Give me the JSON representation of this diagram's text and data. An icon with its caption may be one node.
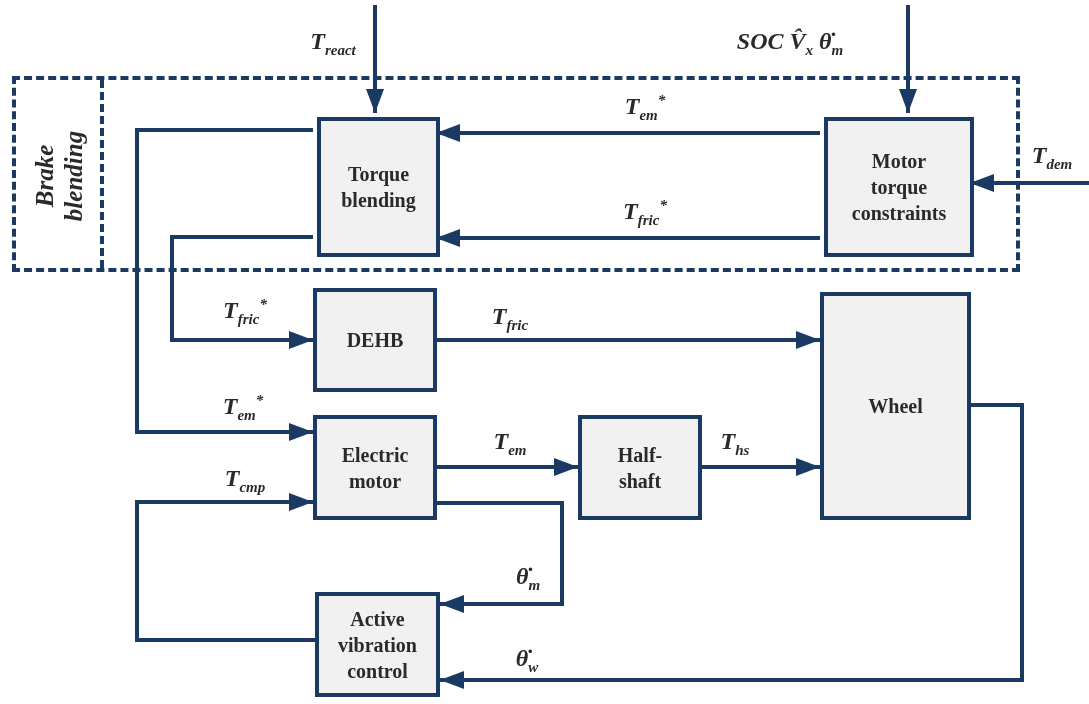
{
  "diagram": {
    "nodes": [
      {
        "text": [
          "Brake blending"
        ]
      },
      {
        "text": [
          "Torque blending"
        ],
        "in": 0
      },
      {
        "text": [
          "Motor torque constraints"
        ],
        "in": 0
      },
      {
        "text": [
          "DEHB"
        ]
      },
      {
        "text": [
          "Electric motor"
        ]
      },
      {
        "text": [
          "Half-shaft"
        ]
      },
      {
        "text": [
          "Wheel"
        ]
      },
      {
        "text": [
          "Active vibration control"
        ]
      }
    ],
    "edges": [
      {
        "from": null,
        "to": 1,
        "arrow": "to",
        "label": "T$_{react}$"
      },
      {
        "from": null,
        "to": 2,
        "arrow": "to",
        "label": "SOC  V̂$_{x}$ θ̇$_{m}$"
      },
      {
        "from": null,
        "to": 2,
        "arrow": "to",
        "label": "T$_{dem}$"
      },
      {
        "from": 2,
        "to": 1,
        "arrow": "to",
        "label": "T$_{em}$$^{*}$"
      },
      {
        "from": 2,
        "to": 1,
        "arrow": "to",
        "label": "T$_{fric}$$^{*}$"
      },
      {
        "from": 1,
        "to": 3,
        "arrow": "to",
        "label": "T$_{fric}$$^{*}$"
      },
      {
        "from": 1,
        "to": 4,
        "arrow": "to",
        "label": "T$_{em}$$^{*}$"
      },
      {
        "from": 3,
        "to": 6,
        "arrow": "to",
        "label": "T$_{fric}$"
      },
      {
        "from": 4,
        "to": 5,
        "arrow": "to",
        "label": "T$_{em}$"
      },
      {
        "from": 5,
        "to": 6,
        "arrow": "to",
        "label": "T$_{hs}$"
      },
      {
        "from": 4,
        "to": 7,
        "arrow": "to",
        "label": "θ̇$_{m}$"
      },
      {
        "from": 6,
        "to": 7,
        "arrow": "to",
        "label": "θ̇$_{w}$"
      },
      {
        "from": 7,
        "to": 4,
        "arrow": "to",
        "label": "T$_{cmp}$"
      }
    ]
  }
}
